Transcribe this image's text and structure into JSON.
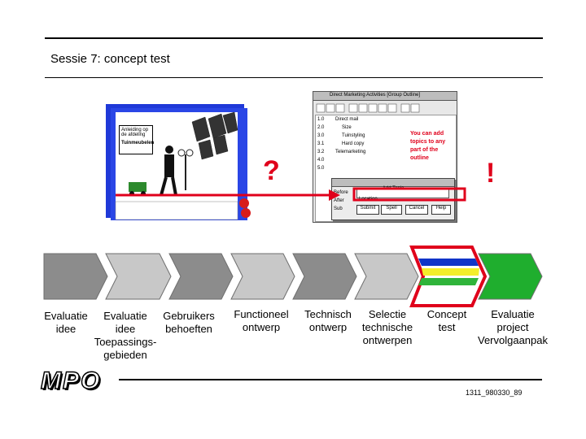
{
  "slide": {
    "title": "Sessie 7: concept test",
    "footer_code": "1311_980330_89",
    "logo_text": "MPO"
  },
  "symbols": {
    "question": "?",
    "exclamation": "!"
  },
  "left_screen": {
    "panel_lines": [
      "Anleiding op",
      "de afdeling"
    ],
    "panel_caption": "Tuinmeubelen"
  },
  "app_window": {
    "title": "Direct Marketing Activities [Group Outline]",
    "rows": [
      "1.0",
      "2.0",
      "3.0",
      "3.1",
      "3.2",
      "4.0",
      "5.0"
    ],
    "outline_items": [
      "Direct mail",
      "Size",
      "Tuinstyling",
      "Hard copy",
      "Telemarketing"
    ],
    "annotation": [
      "You can add",
      "topics to any",
      "part of the",
      "outline"
    ],
    "dialog": {
      "title": "Add Topic",
      "field_value": "Location",
      "options": [
        "Before",
        "After",
        "Sub"
      ],
      "buttons": [
        "Submit",
        "Spell",
        "Cancel",
        "Help"
      ]
    }
  },
  "process_steps": [
    {
      "lines": [
        "Evaluatie",
        "idee"
      ]
    },
    {
      "lines": [
        "Evaluatie",
        "idee",
        "Toepassings-",
        "gebieden"
      ]
    },
    {
      "lines": [
        "Gebruikers",
        "behoeften"
      ]
    },
    {
      "lines": [
        "Functioneel",
        "ontwerp"
      ]
    },
    {
      "lines": [
        "Technisch",
        "ontwerp"
      ]
    },
    {
      "lines": [
        "Selectie",
        "technische",
        "ontwerpen"
      ]
    },
    {
      "lines": [
        "Concept",
        "test"
      ]
    },
    {
      "lines": [
        "Evaluatie",
        "project",
        "Vervolgaanpak"
      ]
    }
  ],
  "colors": {
    "accent_red": "#e0001b",
    "step_dark": "#8c8c8c",
    "step_light": "#c8c8c8",
    "step_green": "#1fae2e",
    "stripe_blue": "#1034c8",
    "stripe_yellow": "#f4ee2a",
    "stripe_green": "#2fb43a",
    "screen_blue": "#1f39d8"
  }
}
